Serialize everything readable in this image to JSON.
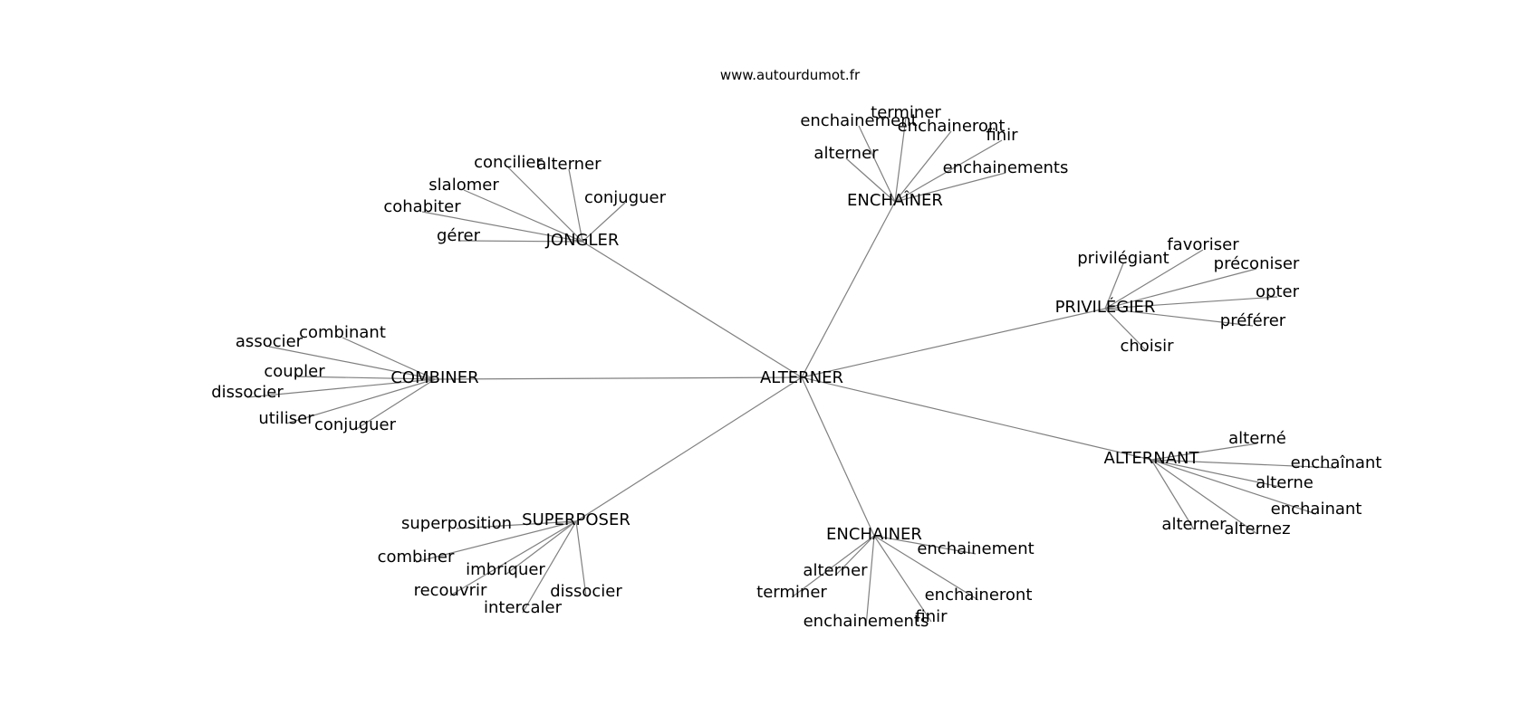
{
  "source_text": "www.autourdumot.fr",
  "center": {
    "id": "alterner",
    "label": "ALTERNER"
  },
  "hubs": [
    {
      "id": "jongler",
      "label": "JONGLER",
      "leaves": [
        "concilier",
        "alterner",
        "slalomer",
        "conjuguer",
        "cohabiter",
        "gérer"
      ]
    },
    {
      "id": "enchainer-circ",
      "label": "ENCHAÎNER",
      "leaves": [
        "terminer",
        "enchainement",
        "enchaineront",
        "finir",
        "alterner",
        "enchainements"
      ]
    },
    {
      "id": "privilegier",
      "label": "PRIVILÉGIER",
      "leaves": [
        "favoriser",
        "privilégiant",
        "préconiser",
        "opter",
        "préférer",
        "choisir"
      ]
    },
    {
      "id": "combiner",
      "label": "COMBINER",
      "leaves": [
        "combinant",
        "associer",
        "coupler",
        "dissocier",
        "utiliser",
        "conjuguer"
      ]
    },
    {
      "id": "alternant",
      "label": "ALTERNANT",
      "leaves": [
        "alterné",
        "enchaînant",
        "alterne",
        "enchainant",
        "alterner",
        "alternez"
      ]
    },
    {
      "id": "superposer",
      "label": "SUPERPOSER",
      "leaves": [
        "superposition",
        "combiner",
        "imbriquer",
        "recouvrir",
        "dissocier",
        "intercaler"
      ]
    },
    {
      "id": "enchainer",
      "label": "ENCHAINER",
      "leaves": [
        "enchainement",
        "alterner",
        "terminer",
        "enchaineront",
        "finir",
        "enchainements"
      ]
    }
  ]
}
